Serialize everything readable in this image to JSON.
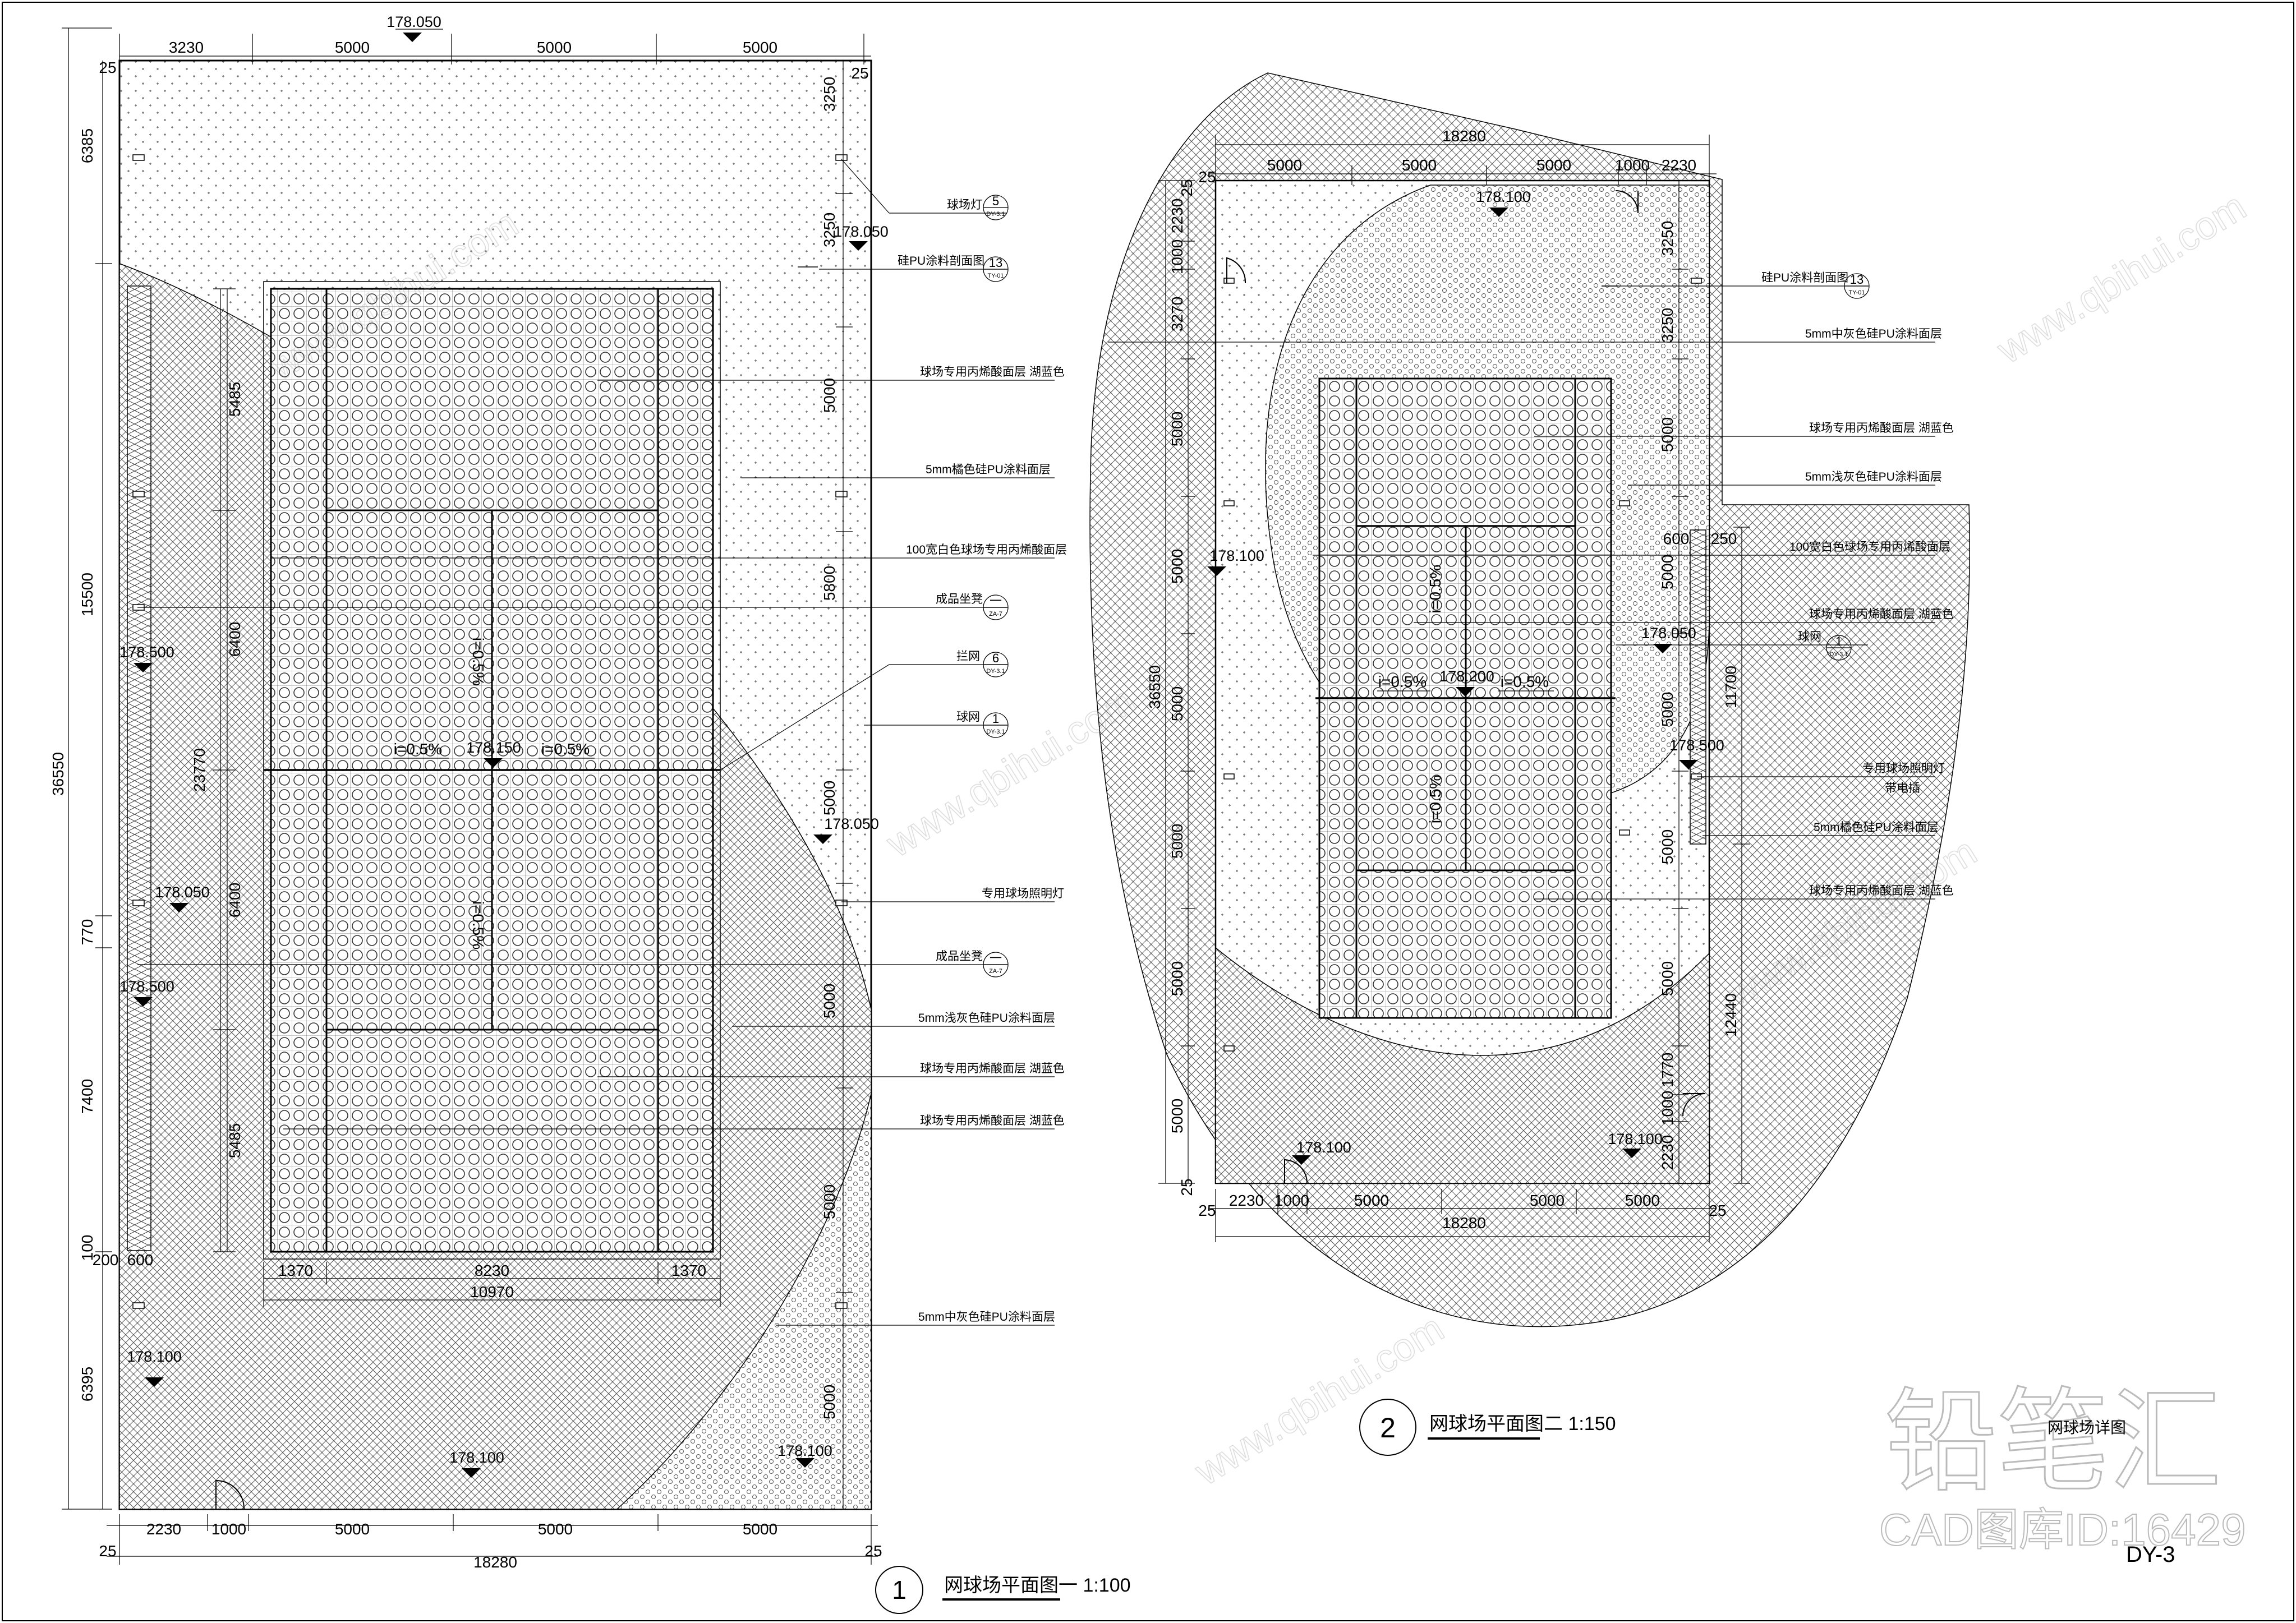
{
  "sheet": {
    "number": "DY-3",
    "title_small": "网球场详图",
    "watermark_brand": "铅笔汇",
    "watermark_code": "CAD图库ID:16429",
    "watermark_url": "www.qbihui.com"
  },
  "plan1": {
    "title_no": "1",
    "title": "网球场平面图一 1:100",
    "top_elev": "178.050",
    "top_dims": [
      "3230",
      "5000",
      "5000",
      "5000"
    ],
    "top_edge": "25",
    "bottom_dims": [
      "2230",
      "1000",
      "5000",
      "5000",
      "5000"
    ],
    "bottom_edge": [
      "25",
      "25"
    ],
    "total_width": "18280",
    "left_outer_total": "36550",
    "left_outer_dims": [
      "6385",
      "15500",
      "770",
      "7400",
      "100",
      "200",
      "6395"
    ],
    "left_inner_total": "23770",
    "left_inner_dims": [
      "5485",
      "6400",
      "6400",
      "5485"
    ],
    "right_dims": [
      "3250",
      "3250",
      "5000",
      "5800",
      "5000",
      "5000",
      "5000",
      "5000"
    ],
    "court_dims": [
      "1370",
      "8230",
      "1370"
    ],
    "court_total": "10970",
    "small_dim": "600",
    "elevations": [
      "178.050",
      "178.500",
      "178.150",
      "178.050",
      "178.050",
      "178.500",
      "178.100",
      "178.100",
      "178.100"
    ],
    "slopes": [
      "i=0.5%",
      "i=0.5%",
      "i=0.5%",
      "i=0.5%"
    ],
    "callouts": [
      {
        "text": "球场灯",
        "num": "5",
        "ref": "DY-3.1"
      },
      {
        "text": "硅PU涂料剖面图",
        "num": "13",
        "ref": "TY-01"
      },
      {
        "text": "球场专用丙烯酸面层  湖蓝色"
      },
      {
        "text": "5mm橘色硅PU涂料面层"
      },
      {
        "text": "100宽白色球场专用丙烯酸面层"
      },
      {
        "text": "成品坐凳",
        "num": "一",
        "ref": "ZA-7"
      },
      {
        "text": "拦网",
        "num": "6",
        "ref": "DY-3.1"
      },
      {
        "text": "球网",
        "num": "1",
        "ref": "DY-3.1"
      },
      {
        "text": "专用球场照明灯"
      },
      {
        "text": "成品坐凳",
        "num": "一",
        "ref": "ZA-7"
      },
      {
        "text": "5mm浅灰色硅PU涂料面层"
      },
      {
        "text": "球场专用丙烯酸面层  湖蓝色"
      },
      {
        "text": "球场专用丙烯酸面层  湖蓝色"
      },
      {
        "text": "5mm中灰色硅PU涂料面层"
      }
    ]
  },
  "plan2": {
    "title_no": "2",
    "title": "网球场平面图二 1:150",
    "top_total": "18280",
    "top_dims": [
      "5000",
      "5000",
      "5000",
      "1000",
      "2230"
    ],
    "edge_25": "25",
    "bottom_dims": [
      "2230",
      "1000",
      "5000",
      "5000",
      "5000"
    ],
    "bottom_total": "18280",
    "left_total": "36550",
    "left_dims": [
      "2230",
      "1000",
      "3270",
      "5000",
      "5000",
      "5000",
      "5000",
      "5000",
      "5000"
    ],
    "right_dims": [
      "3250",
      "3250",
      "5000",
      "5000",
      "5000",
      "5000",
      "5000",
      "1770",
      "1000",
      "2230"
    ],
    "right_dim_small": "600",
    "right_dim_250": "250",
    "right_totals": [
      "11700",
      "12440"
    ],
    "elevations": [
      "178.100",
      "178.100",
      "178.050",
      "178.200",
      "178.500",
      "178.100",
      "178.100"
    ],
    "slopes": [
      "i=0.5%",
      "i=0.5%",
      "i=0.5%",
      "i=0.5%"
    ],
    "callouts": [
      {
        "text": "硅PU涂料剖面图",
        "num": "13",
        "ref": "TY-01"
      },
      {
        "text": "5mm中灰色硅PU涂料面层"
      },
      {
        "text": "球场专用丙烯酸面层 湖蓝色"
      },
      {
        "text": "5mm浅灰色硅PU涂料面层"
      },
      {
        "text": "100宽白色球场专用丙烯酸面层"
      },
      {
        "text": "球场专用丙烯酸面层 湖蓝色"
      },
      {
        "text": "球网",
        "num": "1",
        "ref": "DY-3.1"
      },
      {
        "text": "专用球场照明灯"
      },
      {
        "text": "带电插"
      },
      {
        "text": "5mm橘色硅PU涂料面层"
      },
      {
        "text": "球场专用丙烯酸面层 湖蓝色"
      }
    ]
  }
}
